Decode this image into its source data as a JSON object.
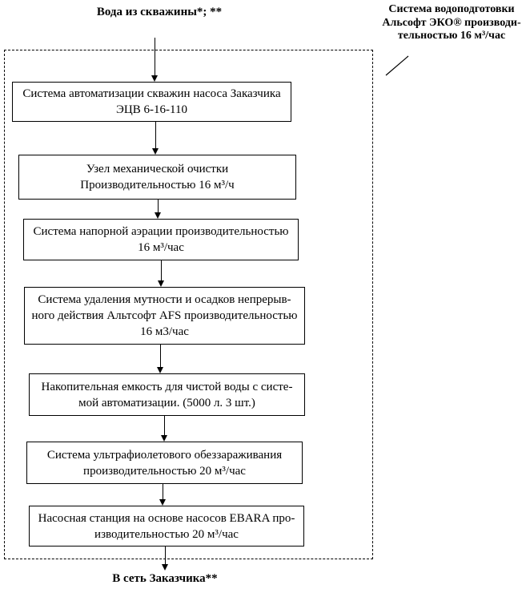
{
  "labels": {
    "top": "Вода из скважины*; **",
    "bottom": "В сеть Заказчика**"
  },
  "callout": {
    "lines": [
      "Система водоподготовки",
      "Альсофт ЭКО® производи-",
      "тельностью 16 м³/час"
    ]
  },
  "flow_boxes": [
    {
      "lines": [
        "Система автоматизации скважин насоса Заказчика",
        "ЭЦВ 6-16-110"
      ]
    },
    {
      "lines": [
        "Узел механической очистки",
        "Производительностью 16 м³/ч"
      ]
    },
    {
      "lines": [
        "Система напорной аэрации производительностью",
        "16 м³/час"
      ]
    },
    {
      "lines": [
        "Система удаления мутности и осадков непрерыв-",
        "ного действия Альтсофт AFS производительностью",
        "16 м3/час"
      ]
    },
    {
      "lines": [
        "Накопительная емкость для чистой воды с систе-",
        "мой автоматизации. (5000 л. 3 шт.)"
      ]
    },
    {
      "lines": [
        "Система ультрафиолетового обеззараживания",
        "производительностью 20 м³/час"
      ]
    },
    {
      "lines": [
        "Насосная станция на основе насосов EBARA про-",
        "изводительностью 20 м³/час"
      ]
    }
  ],
  "colors": {
    "line": "#000000",
    "background": "#ffffff",
    "text": "#000000"
  }
}
